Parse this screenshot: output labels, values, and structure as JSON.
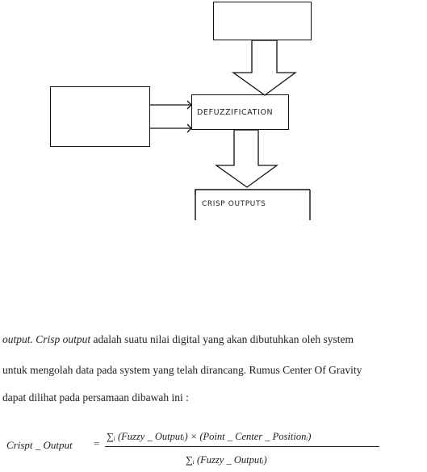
{
  "diagram": {
    "defuzz_label": "DEFUZZIFICATION",
    "crisp_label": "CRISP OUTPUTS"
  },
  "paragraph": {
    "line1_italic": "output. Crisp output",
    "line1_rest": " adalah suatu nilai digital yang akan dibutuhkan oleh system",
    "line2": "untuk mengolah data pada system yang telah dirancang. Rumus Center Of Gravity",
    "line3": "dapat dilihat pada persamaan dibawah ini :"
  },
  "equation": {
    "lhs": "Crispt _ Output",
    "numerator": "∑ᵢ (Fuzzy _ Outputᵢ) × (Point _ Center _ Positionᵢ)",
    "denominator": "∑ᵢ (Fuzzy _ Outputᵢ)"
  }
}
